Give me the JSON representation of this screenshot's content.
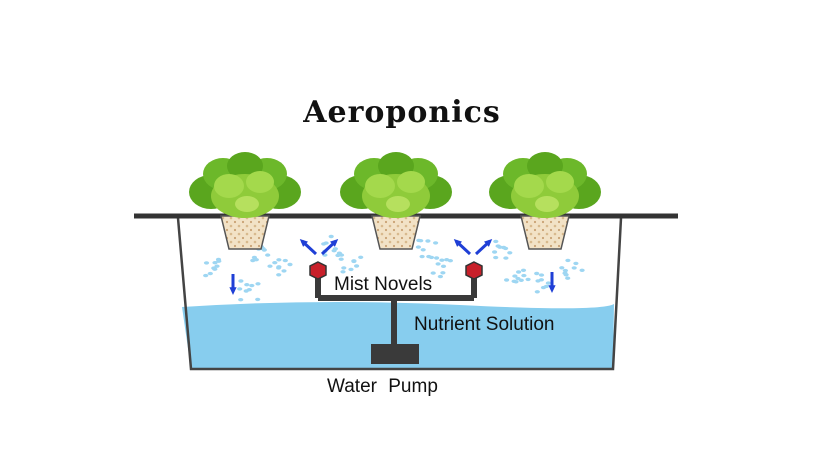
{
  "title": "Aeroponics",
  "labels": {
    "mist": "Mist Novels",
    "nutrient": "Nutrient Solution",
    "pump": "Water Pump"
  },
  "colors": {
    "water": "#87cdee",
    "droplet": "#9ed6f2",
    "arrow": "#1f3fd6",
    "pipe": "#3a3a3a",
    "nozzle": "#c8202a",
    "leaf_dark": "#5aa61e",
    "leaf_light": "#8fcb3a",
    "pot": "#f2e2c6"
  },
  "icons": {
    "plants": "lettuce-plant-icon",
    "nozzles": "mist-nozzle-icon",
    "arrows": "mist-arrow-icon"
  }
}
